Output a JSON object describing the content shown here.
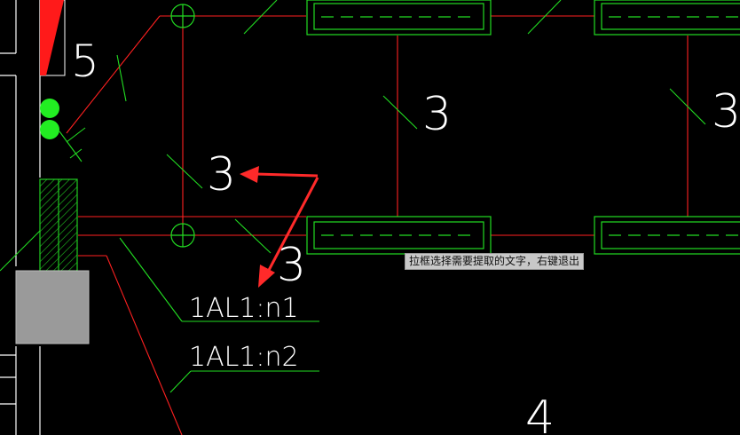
{
  "labels": {
    "circuit_number_top_left": "5",
    "circuit_count_a": "3",
    "circuit_count_b": "3",
    "circuit_count_c": "3",
    "circuit_count_d": "3",
    "circuit_count_bottom": "4",
    "circuit_label_1": "1AL1:n1",
    "circuit_label_2": "1AL1:n2"
  },
  "tooltip": {
    "text": "拉框选择需要提取的文字，右键退出"
  },
  "colors": {
    "background": "#000000",
    "wire_red": "#ff2020",
    "fixture_green": "#22dd22",
    "annotation_white": "#ffffff",
    "arrow_red": "#ff2a2a",
    "hatch_green": "#22cc22",
    "block_gray": "#9a9a9a",
    "marker_green": "#22ee22"
  }
}
